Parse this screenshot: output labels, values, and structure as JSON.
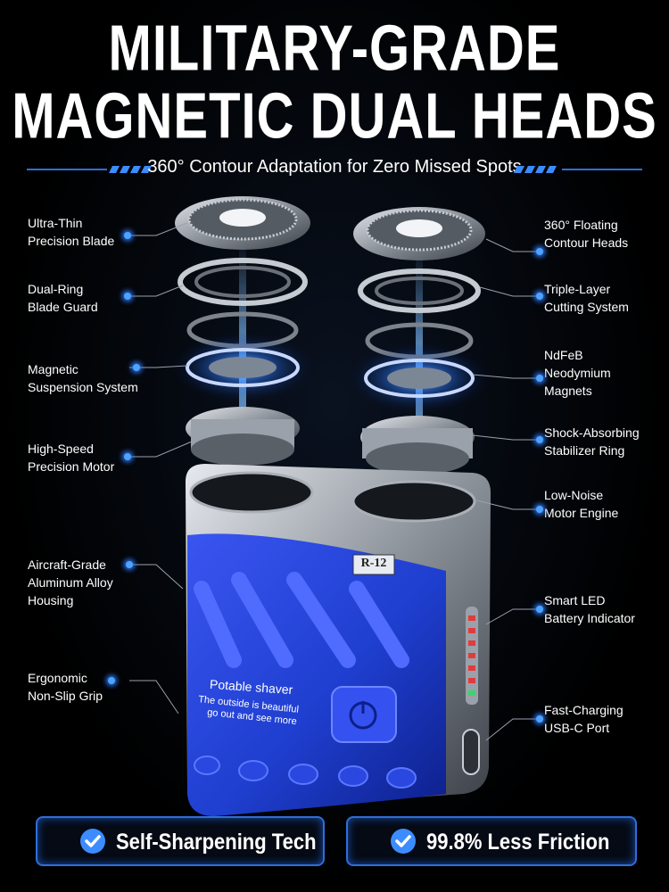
{
  "headline": {
    "line1": "MILITARY-GRADE",
    "line2": "MAGNETIC DUAL HEADS",
    "subtitle": "360° Contour Adaptation for Zero Missed Spots"
  },
  "left_labels": [
    {
      "line1": "Ultra-Thin",
      "line2": "Precision Blade",
      "line3": ""
    },
    {
      "line1": "Dual-Ring",
      "line2": "Blade Guard",
      "line3": ""
    },
    {
      "line1": "Magnetic",
      "line2": "Suspension System",
      "line3": ""
    },
    {
      "line1": "High-Speed",
      "line2": "Precision Motor",
      "line3": ""
    },
    {
      "line1": "Aircraft-Grade",
      "line2": "Aluminum Alloy",
      "line3": "Housing"
    },
    {
      "line1": "Ergonomic",
      "line2": "Non-Slip Grip",
      "line3": ""
    }
  ],
  "right_labels": [
    {
      "line1": "360° Floating",
      "line2": "Contour Heads",
      "line3": ""
    },
    {
      "line1": "Triple-Layer",
      "line2": "Cutting System",
      "line3": ""
    },
    {
      "line1": "NdFeB",
      "line2": "Neodymium",
      "line3": "Magnets"
    },
    {
      "line1": "Shock-Absorbing",
      "line2": "Stabilizer Ring",
      "line3": ""
    },
    {
      "line1": "Low-Noise",
      "line2": "Motor Engine",
      "line3": ""
    },
    {
      "line1": "Smart LED",
      "line2": "Battery Indicator",
      "line3": ""
    },
    {
      "line1": "Fast-Charging",
      "line2": "USB-C Port",
      "line3": ""
    }
  ],
  "product": {
    "model": "R-12",
    "print_title": "Potable shaver",
    "print_line1": "The outside is beautiful",
    "print_line2": "go out and see more"
  },
  "badges": [
    {
      "label": "Self-Sharpening Tech"
    },
    {
      "label": "99.8% Less Friction"
    }
  ],
  "colors": {
    "accent_blue": "#3c8cff",
    "body_blue": "#1f3fd0",
    "background": "#000000"
  }
}
